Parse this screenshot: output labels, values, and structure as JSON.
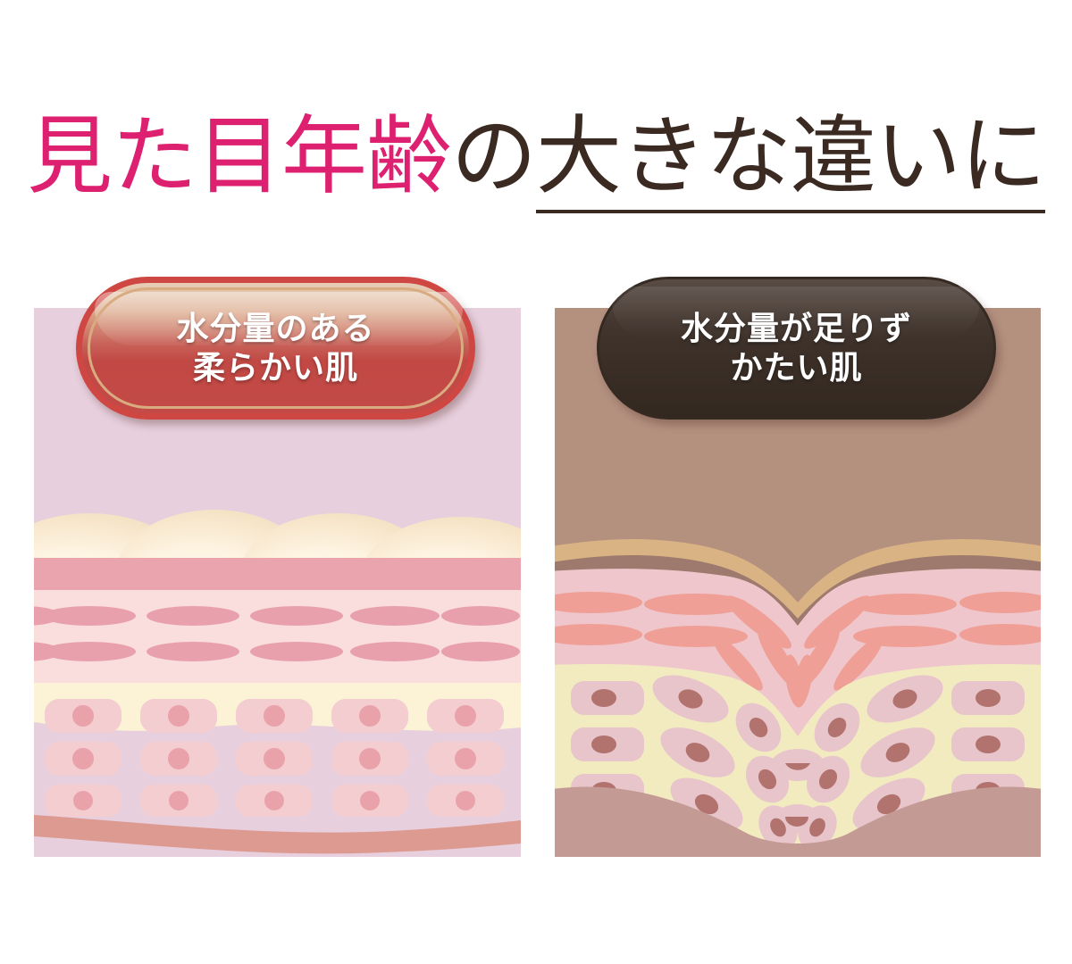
{
  "title": {
    "highlight": "見た目年齢",
    "connector": "の",
    "underlined": "大きな違いに",
    "highlight_color": "#dd2070",
    "text_color": "#3b2a22"
  },
  "panels": {
    "left": {
      "background_color": "#e7cfdd",
      "badge": {
        "line1": "水分量のある",
        "line2": "柔らかい肌",
        "text_color": "#ffffff",
        "border_color": "#cf4743",
        "inner_border_color": "#d9ab80",
        "fill_top_color": "#d9b18b",
        "fill_bottom_color": "#c34a46"
      },
      "diagram": {
        "label": "plump-hydrated-skin-cross-section",
        "layers": [
          {
            "name": "surface-domes",
            "color": "#fbf1d9",
            "count": 4
          },
          {
            "name": "epidermis-band",
            "color": "#e9a4ae"
          },
          {
            "name": "dermis-upper",
            "color": "#fadddd"
          },
          {
            "name": "collagen-fibers",
            "color": "#e8a0ac",
            "rows": 2,
            "per_row": 6
          },
          {
            "name": "dermis-lower",
            "color": "#fcf3d6"
          },
          {
            "name": "cells",
            "color": "#f3cdd0",
            "nucleus_color": "#e9a2a9",
            "rows": 3,
            "per_row": 5
          },
          {
            "name": "subcutis-band",
            "color": "#dd9a91"
          }
        ]
      }
    },
    "right": {
      "background_color": "#b4907f",
      "badge": {
        "line1": "水分量が足りず",
        "line2": "かたい肌",
        "text_color": "#ffffff",
        "border_color": "#352a22",
        "fill_top_color": "#463830",
        "fill_bottom_color": "#33281f"
      },
      "diagram": {
        "label": "dry-wrinkled-skin-cross-section",
        "layers": [
          {
            "name": "surface-stratum",
            "color": "#d9b384"
          },
          {
            "name": "epidermis-band",
            "color": "#9d7a6d"
          },
          {
            "name": "dermis-upper",
            "color": "#eec6cc"
          },
          {
            "name": "collagen-fibers",
            "color": "#ef9f95"
          },
          {
            "name": "dermis-lower",
            "color": "#f2ebc0"
          },
          {
            "name": "cells",
            "color": "#e7c5cb",
            "nucleus_color": "#b2736f"
          },
          {
            "name": "subcutis-band",
            "color": "#c49a94"
          }
        ]
      }
    }
  }
}
